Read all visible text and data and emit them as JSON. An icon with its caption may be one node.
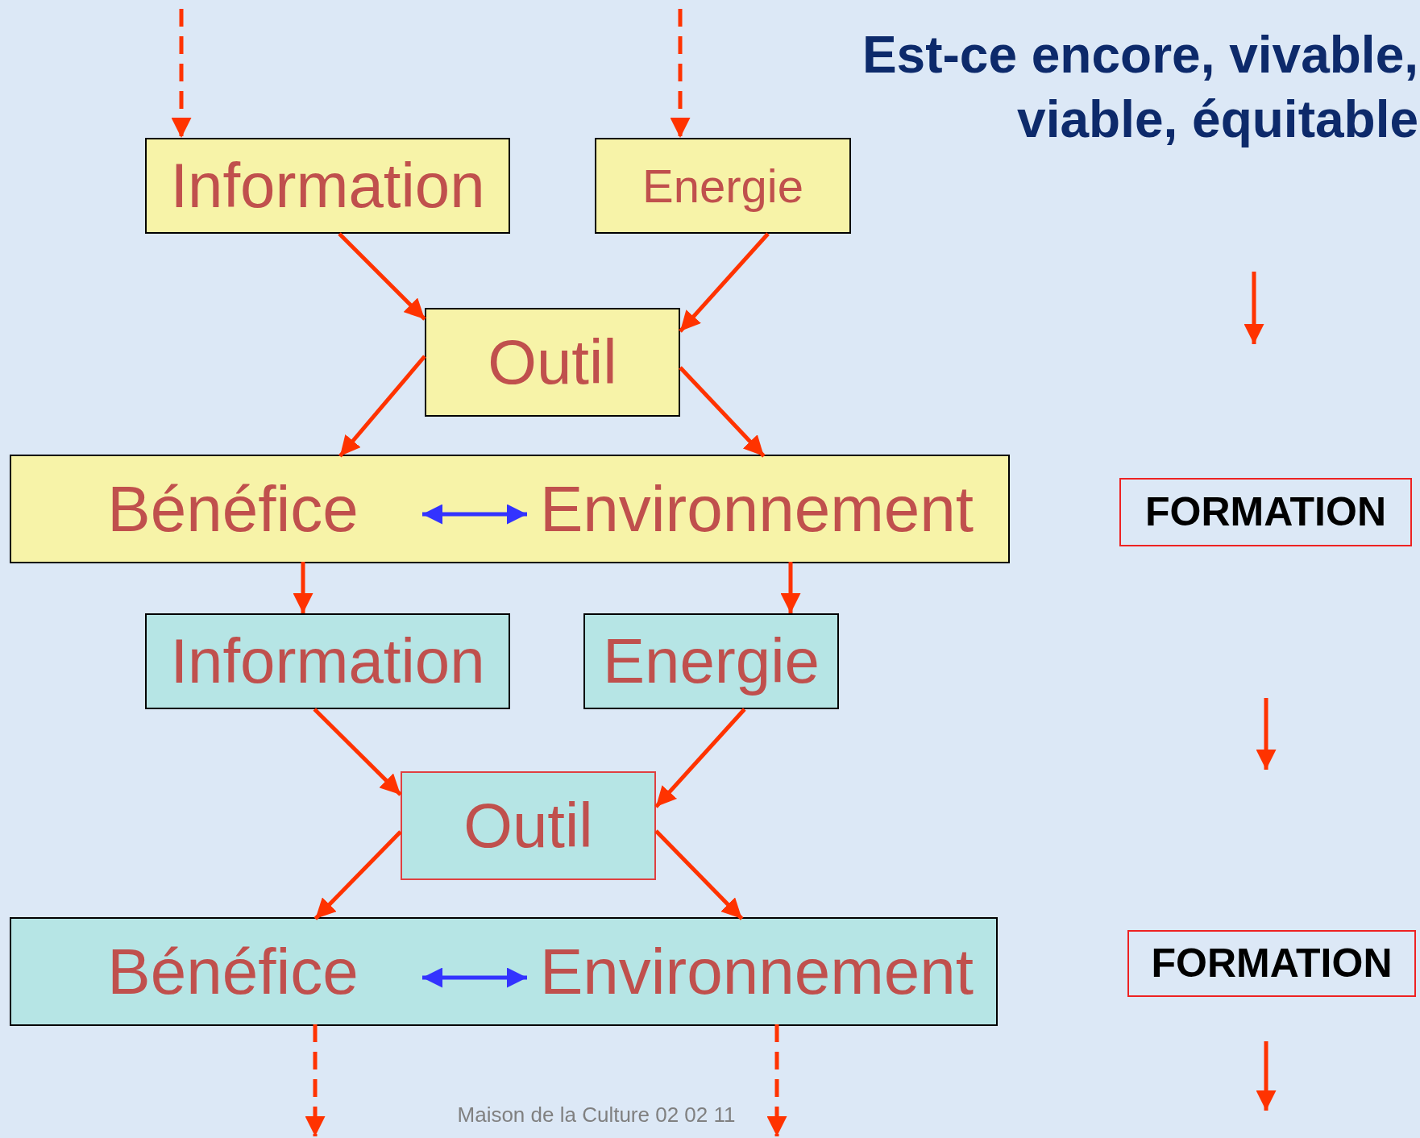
{
  "diagram": {
    "title": "Est-ce encore, vivable, viable, équitable",
    "caption": "Maison de la Culture 02 02 11",
    "nodes": [
      {
        "text": [
          "Information"
        ]
      },
      {
        "text": [
          "Energie"
        ]
      },
      {
        "text": [
          "Outil"
        ]
      },
      {
        "text": [],
        "shape": "box"
      },
      {
        "text": [
          "Bénéfice"
        ],
        "in": 3
      },
      {
        "text": [
          "Environnement"
        ],
        "in": 3
      },
      {
        "text": [
          "Information"
        ]
      },
      {
        "text": [
          "Energie"
        ]
      },
      {
        "text": [
          "Outil"
        ]
      },
      {
        "text": [],
        "shape": "box"
      },
      {
        "text": [
          "Bénéfice"
        ],
        "in": 9
      },
      {
        "text": [
          "Environnement"
        ],
        "in": 9
      },
      {
        "text": [
          "FORMATION"
        ]
      },
      {
        "text": [
          "FORMATION"
        ]
      }
    ],
    "edges": [
      {
        "from": null,
        "to": 0,
        "arrow": "to",
        "style": "dashed"
      },
      {
        "from": null,
        "to": 1,
        "arrow": "to",
        "style": "dashed"
      },
      {
        "from": 0,
        "to": 2,
        "arrow": "to"
      },
      {
        "from": 1,
        "to": 2,
        "arrow": "to"
      },
      {
        "from": 2,
        "to": 4,
        "arrow": "to"
      },
      {
        "from": 2,
        "to": 5,
        "arrow": "to"
      },
      {
        "from": 4,
        "to": 5,
        "arrow": "both",
        "color": "#3333ff"
      },
      {
        "from": 4,
        "to": 6,
        "arrow": "to"
      },
      {
        "from": 5,
        "to": 7,
        "arrow": "to"
      },
      {
        "from": 6,
        "to": 8,
        "arrow": "to"
      },
      {
        "from": 7,
        "to": 8,
        "arrow": "to"
      },
      {
        "from": 8,
        "to": 10,
        "arrow": "to"
      },
      {
        "from": 8,
        "to": 11,
        "arrow": "to"
      },
      {
        "from": 10,
        "to": 11,
        "arrow": "both",
        "color": "#3333ff"
      },
      {
        "from": 10,
        "to": null,
        "arrow": "to",
        "style": "dashed"
      },
      {
        "from": 11,
        "to": null,
        "arrow": "to",
        "style": "dashed"
      }
    ]
  }
}
